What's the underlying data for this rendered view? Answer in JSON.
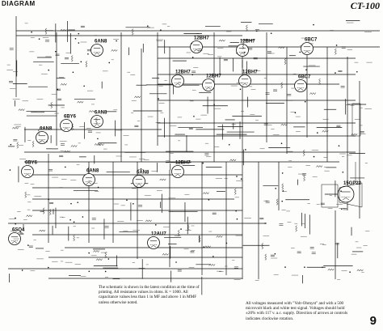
{
  "page": {
    "header_left": "DIAGRAM",
    "header_right": "CT-100",
    "page_number": "9"
  },
  "notes": {
    "left": "The schematic is shown in the latest condition at the time of printing. All resistance values in ohms. K = 1000. All capacitance values less than 1 in MF and above 1 in MMF unless otherwise noted.",
    "right": "All voltages measured with \"Volt-Ohmyst\" and with a 500 microvolt black and white test signal. Voltages should hold ±20% with 117 v. a.c. supply. Direction of arrows at controls indicates clockwise rotation."
  },
  "tubes": [
    {
      "id": "v-6AN8-top",
      "label": "6AN8"
    },
    {
      "id": "v-12BH7-a",
      "label": "12BH7"
    },
    {
      "id": "v-12BH7-b",
      "label": "12BH7"
    },
    {
      "id": "v-6BC7",
      "label": "6BC7"
    },
    {
      "id": "v-12BH7-c",
      "label": "12BH7"
    },
    {
      "id": "v-12BH7-d",
      "label": "12BH7"
    },
    {
      "id": "v-12BH7-e",
      "label": "12BH7"
    },
    {
      "id": "v-6BC7-b",
      "label": "6BC7"
    },
    {
      "id": "v-6AN8-left",
      "label": "6AN8"
    },
    {
      "id": "v-6BY6",
      "label": "6BY6"
    },
    {
      "id": "v-6AN8-mid",
      "label": "6AN8"
    },
    {
      "id": "v-6BY6-b",
      "label": "6BY6"
    },
    {
      "id": "v-6AN8-low",
      "label": "6AN8"
    },
    {
      "id": "v-6AN8-c",
      "label": "6AN8"
    },
    {
      "id": "v-12BH7-f",
      "label": "12BH7"
    },
    {
      "id": "v-6SQ4",
      "label": "6SQ4"
    },
    {
      "id": "v-12AU7",
      "label": "12AU7"
    },
    {
      "id": "v-15GP22",
      "label": "15GP22"
    }
  ],
  "colors": {
    "ink": "#111111",
    "paper": "#fdfdfb"
  }
}
